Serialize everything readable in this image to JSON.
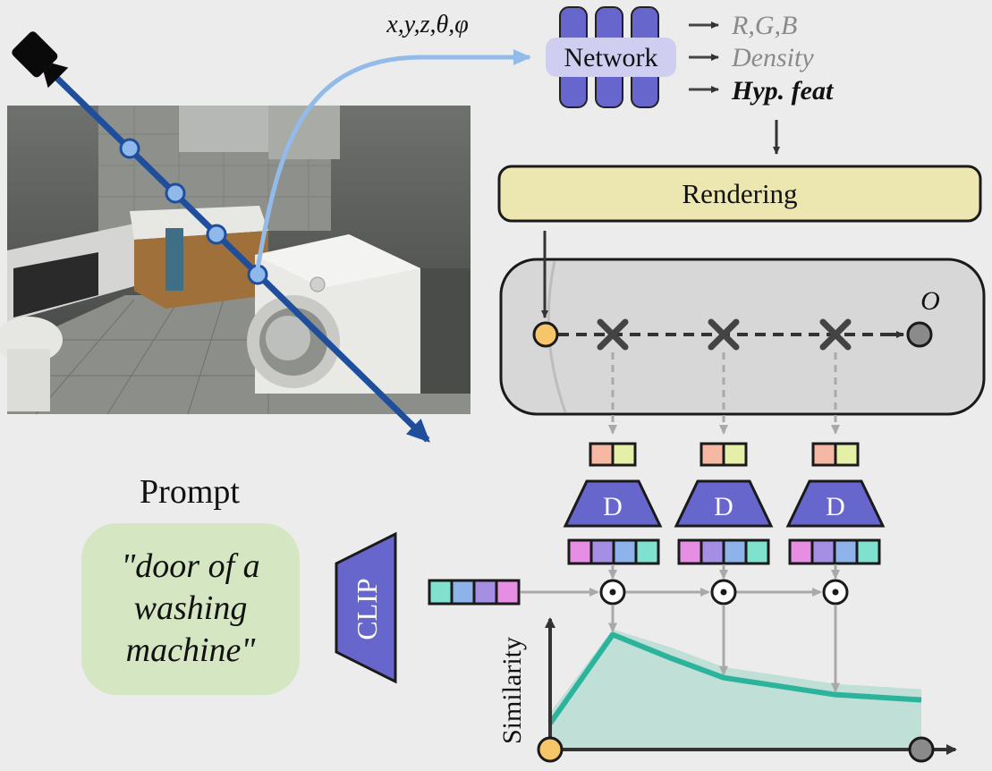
{
  "input_coords": "x,y,z,θ,φ",
  "network_label": "Network",
  "outputs": [
    "R,G,B",
    "Density",
    "Hyp. feat"
  ],
  "rendering_label": "Rendering",
  "origin_label": "O",
  "decoder_label": "D",
  "prompt_heading": "Prompt",
  "prompt_lines": [
    "\"door of a",
    "washing",
    "machine\""
  ],
  "clip_label": "CLIP",
  "ylabel": "Similarity",
  "colors": {
    "ray": "#1f4f9c",
    "sample_point": "#8fb9ea",
    "network_block": "#6666cc",
    "rendering_box": "#ece6b0",
    "prompt_box": "#d4e6c2",
    "similarity_curve": "#2bb39b",
    "similarity_fill": "#b7ddd3",
    "origin_point": "#f7c66b",
    "far_point": "#8a8a8a"
  },
  "icons": [
    "camera-icon",
    "multiply-icon",
    "dot-product-icon"
  ],
  "chart_data": {
    "type": "line",
    "title": "",
    "xlabel": "",
    "ylabel": "Similarity",
    "x": [
      0,
      1,
      2,
      3,
      4,
      5
    ],
    "values": [
      0.2,
      0.88,
      0.7,
      0.55,
      0.42,
      0.38
    ],
    "ylim": [
      0,
      1
    ],
    "grid": false,
    "legend": "none"
  }
}
